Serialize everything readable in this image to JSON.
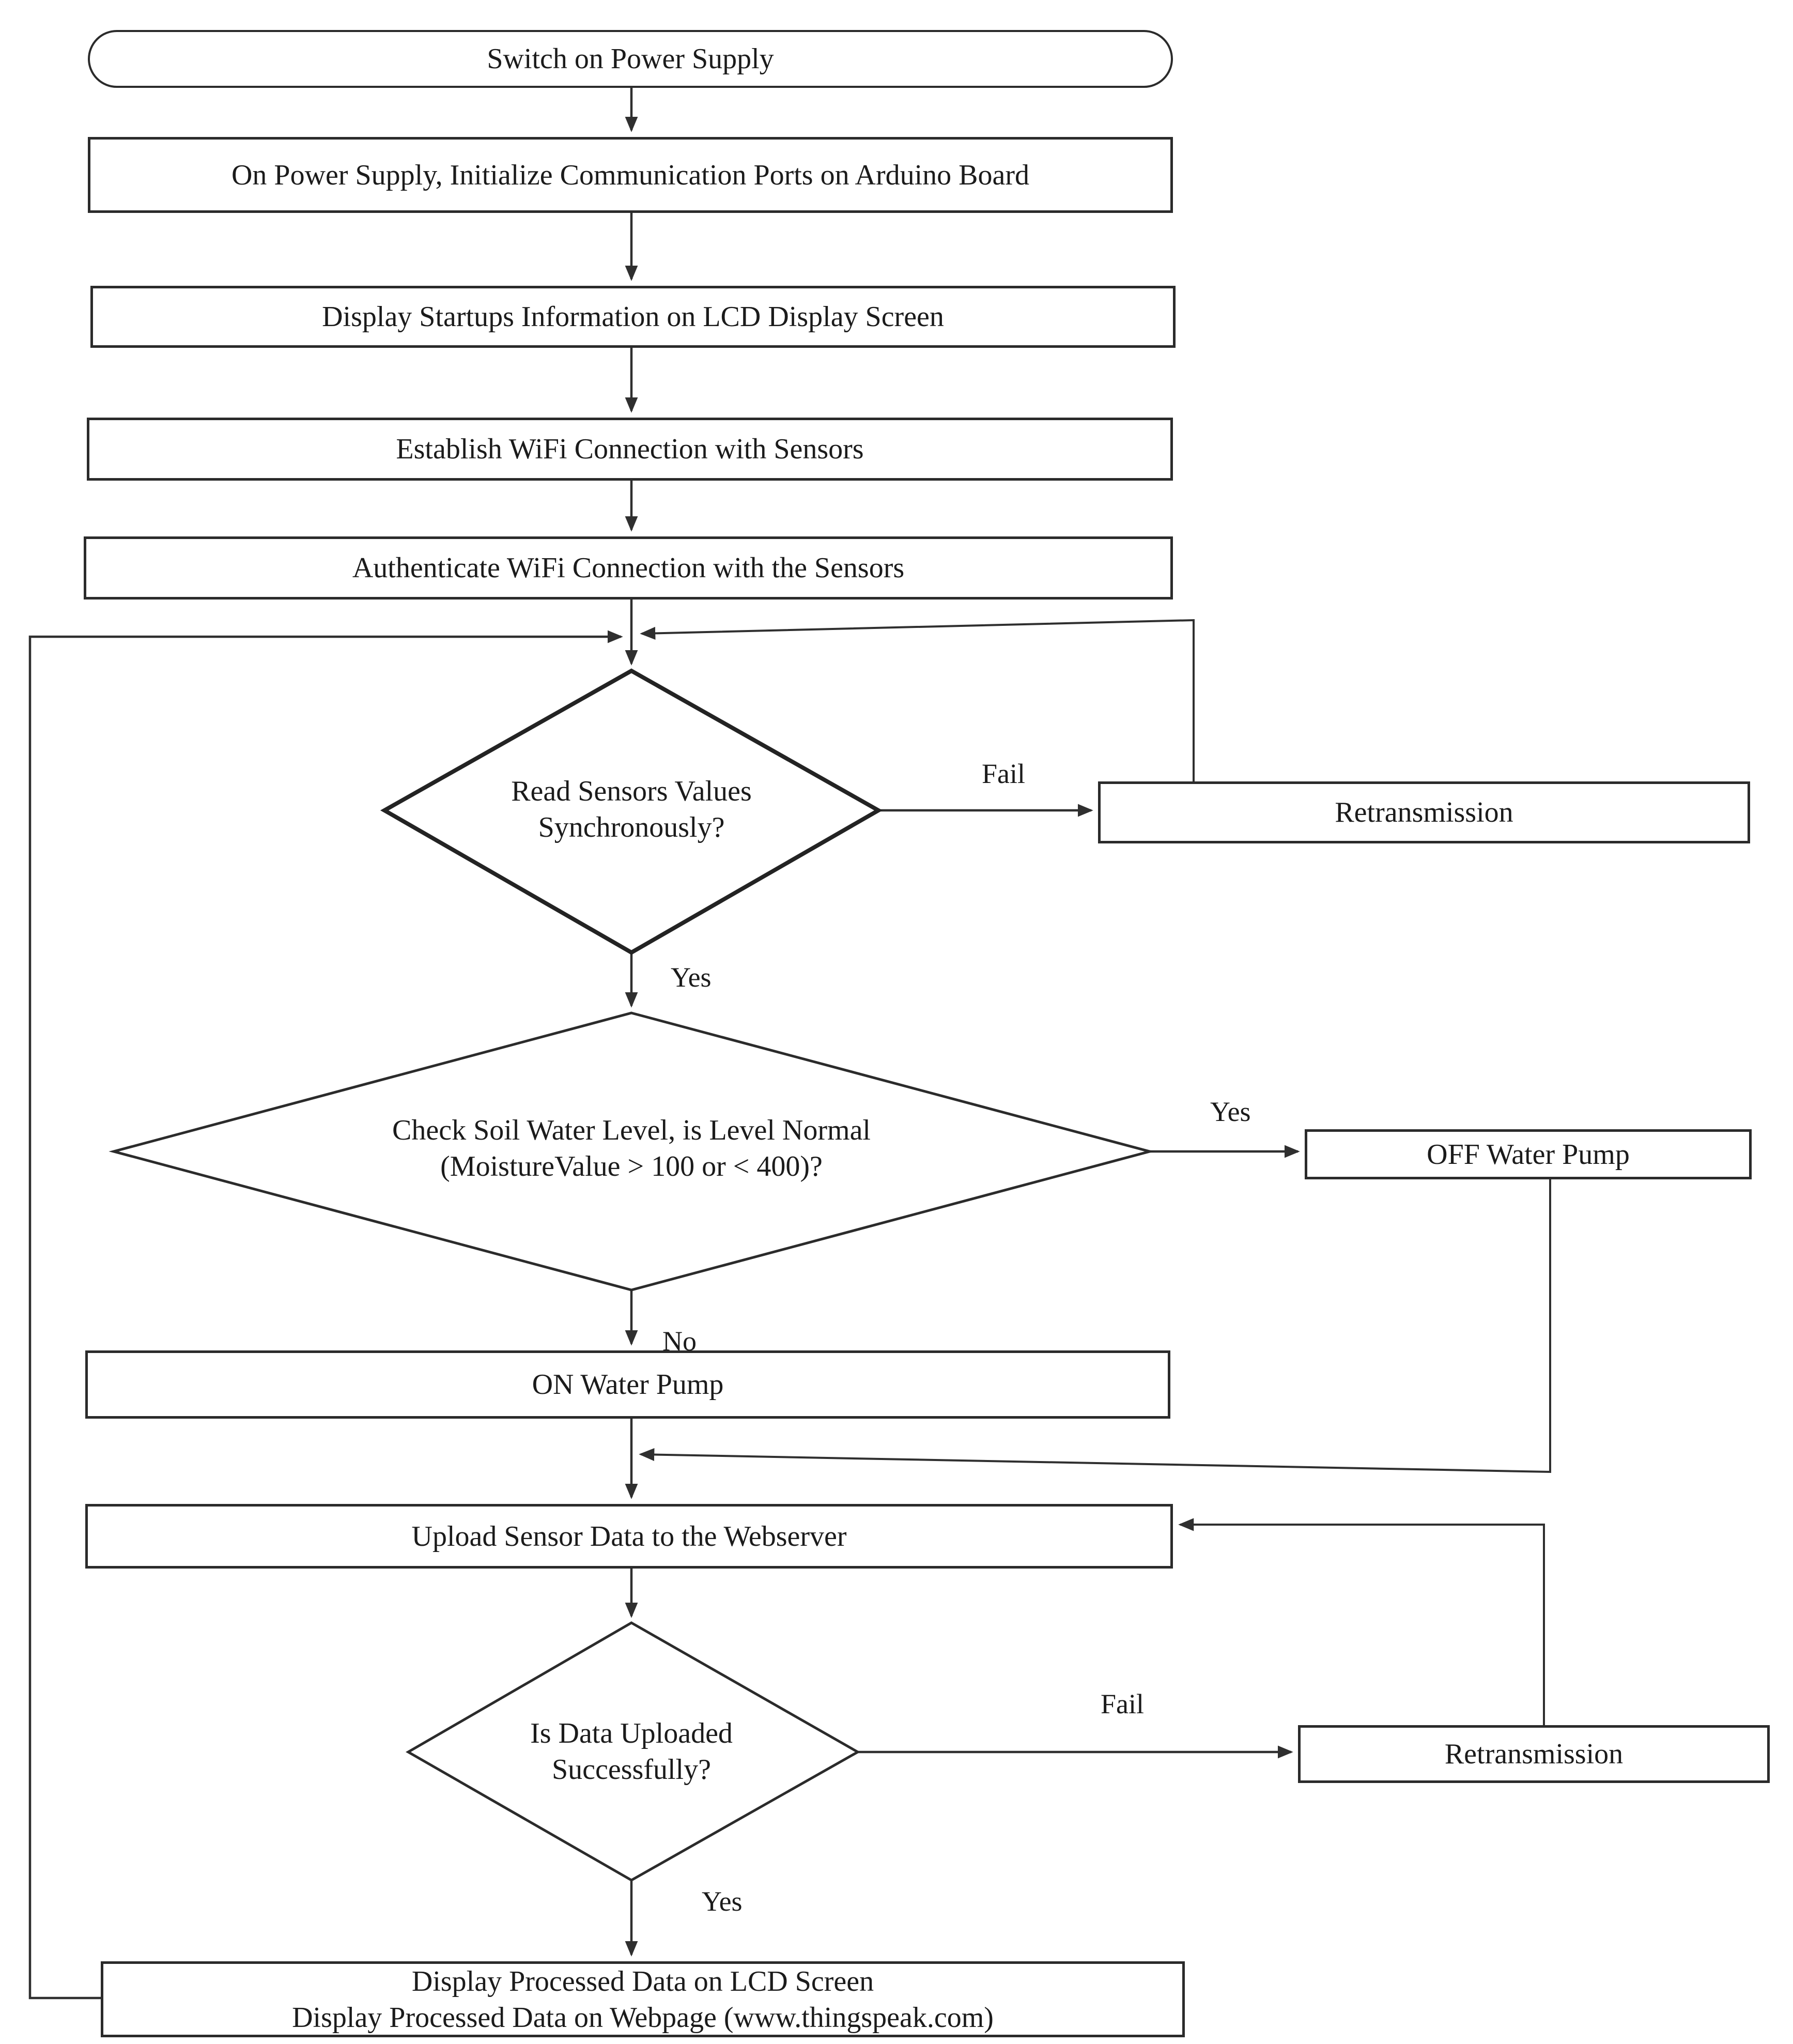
{
  "nodes": {
    "start": {
      "label": "Switch on Power Supply"
    },
    "init_ports": {
      "label": "On Power Supply, Initialize Communication Ports on Arduino Board"
    },
    "display_startup": {
      "label": "Display Startups Information on LCD Display Screen"
    },
    "establish_wifi": {
      "label": "Establish WiFi Connection with Sensors"
    },
    "authenticate_wifi": {
      "label": "Authenticate WiFi Connection with the Sensors"
    },
    "read_sensors": {
      "line1": "Read Sensors Values",
      "line2": "Synchronously?"
    },
    "retransmission_1": {
      "label": "Retransmission"
    },
    "check_soil": {
      "line1": "Check Soil Water Level, is Level Normal",
      "line2": "(MoistureValue > 100 or < 400)?"
    },
    "off_water_pump": {
      "label": "OFF Water Pump"
    },
    "on_water_pump": {
      "label": "ON Water Pump"
    },
    "upload_data": {
      "label": "Upload Sensor Data to the Webserver"
    },
    "is_uploaded": {
      "line1": "Is Data Uploaded",
      "line2": "Successfully?"
    },
    "retransmission_2": {
      "label": "Retransmission"
    },
    "display_processed": {
      "line1": "Display Processed Data on LCD Screen",
      "line2": "Display Processed Data on Webpage (www.thingspeak.com)"
    }
  },
  "edge_labels": {
    "read_fail": "Fail",
    "read_yes": "Yes",
    "soil_yes": "Yes",
    "soil_no": "No",
    "upload_fail": "Fail",
    "upload_yes": "Yes"
  },
  "colors": {
    "stroke": "#2f2f2f",
    "text": "#1b1b1b",
    "background": "#ffffff"
  }
}
